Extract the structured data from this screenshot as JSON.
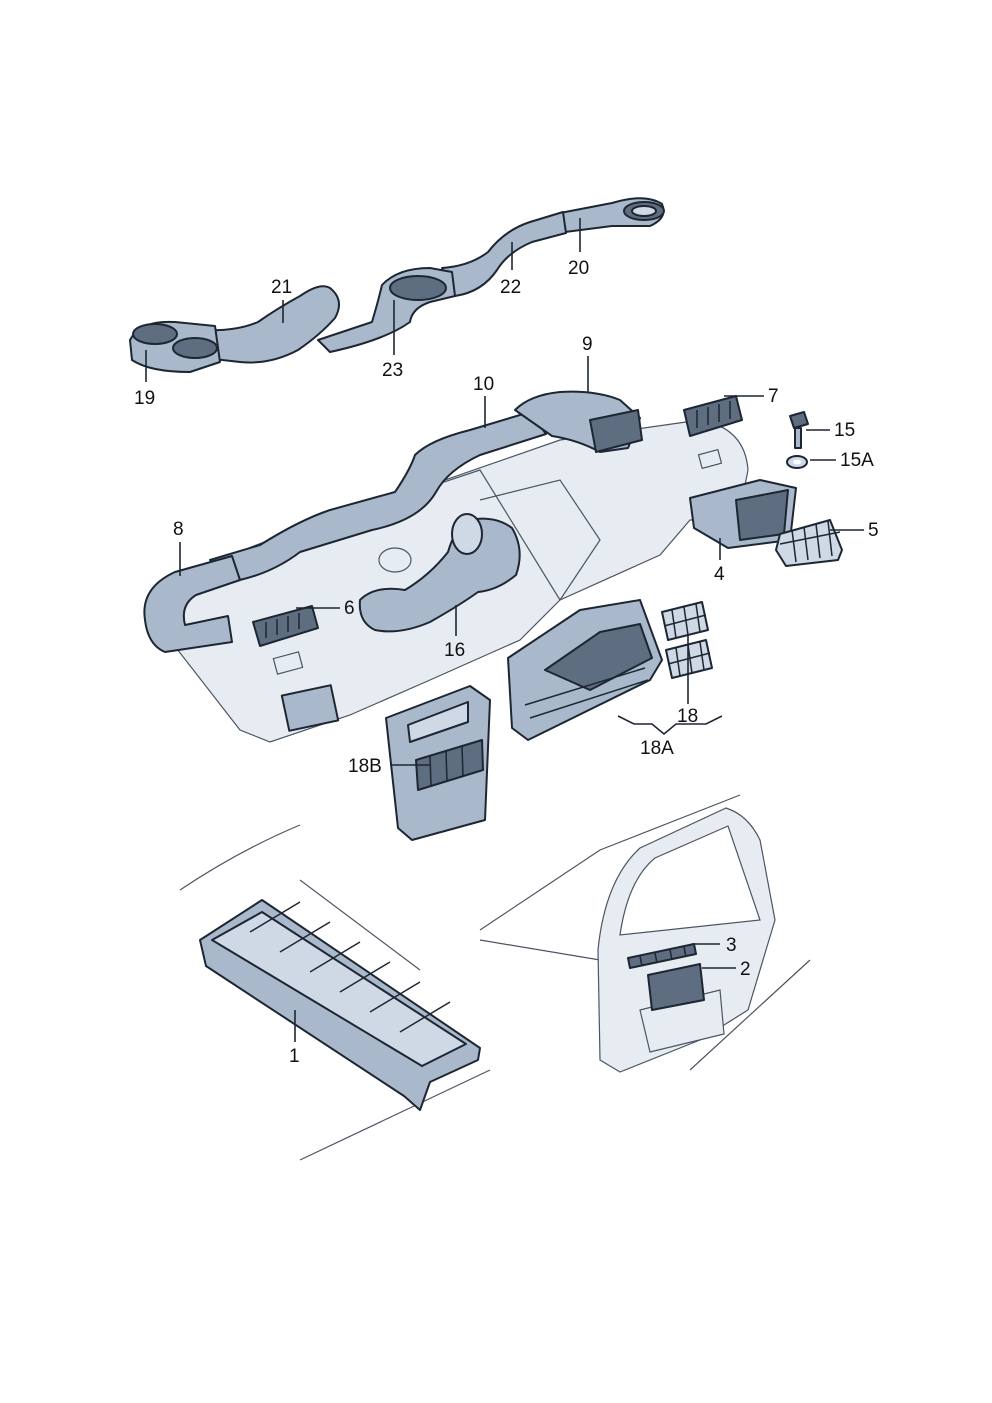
{
  "diagram": {
    "background": "#ffffff",
    "part_color": "#a9b9cb",
    "dark_color": "#5f6d80",
    "light_color": "#cfd9e5",
    "line_color": "#1d2632",
    "labels": {
      "p1": "1",
      "p2": "2",
      "p3": "3",
      "p4": "4",
      "p5": "5",
      "p6": "6",
      "p7": "7",
      "p8": "8",
      "p9": "9",
      "p10": "10",
      "p15": "15",
      "p15A": "15A",
      "p16": "16",
      "p18": "18",
      "p18A": "18A",
      "p18B": "18B",
      "p19": "19",
      "p20": "20",
      "p21": "21",
      "p22": "22",
      "p23": "23"
    }
  }
}
